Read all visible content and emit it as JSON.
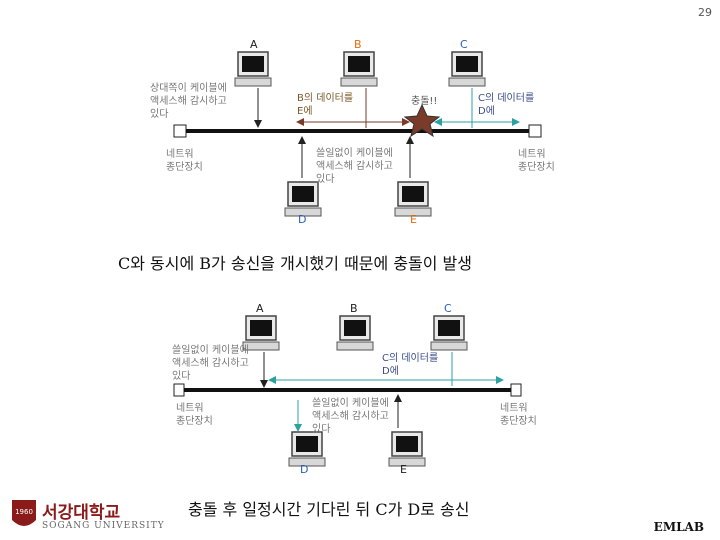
{
  "page_number": "29",
  "diagram1": {
    "nodes": {
      "A": "A",
      "B": "B",
      "C": "C",
      "D": "D",
      "E": "E"
    },
    "label_a": "상대쪽이 케이블에\n액세스해 감시하고\n있다",
    "label_b": "B의 데이터를\nE에",
    "label_collision": "충돌!!",
    "label_c": "C의 데이터를\nD에",
    "label_de": "쓸일없이 케이블에\n액세스해 감시하고\n있다",
    "label_left_terminal": "네트워\n종단장치",
    "label_right_terminal": "네트워\n종단장치",
    "caption": "C와 동시에 B가 송신을 개시했기 때문에 충돌이 발생"
  },
  "diagram2": {
    "nodes": {
      "A": "A",
      "B": "B",
      "C": "C",
      "D": "D",
      "E": "E"
    },
    "label_a": "쓸일없이 케이블에\n액세스해 감시하고\n있다",
    "label_c": "C의 데이터를\nD에",
    "label_de": "쓸일없이 케이블에\n액세스해 감시하고\n있다",
    "label_left_terminal": "네트워\n종단장치",
    "label_right_terminal": "네트워\n종단장치",
    "caption": "충돌 후 일정시간 기다린 뒤 C가 D로 송신"
  },
  "logo": {
    "korean": "서강대학교",
    "english": "SOGANG UNIVERSITY",
    "emblem": "1960"
  },
  "footer_brand": "EMLAB",
  "colors": {
    "orange": "#e46c0a",
    "blue": "#2b5fb5",
    "star": "#7a3b28"
  }
}
